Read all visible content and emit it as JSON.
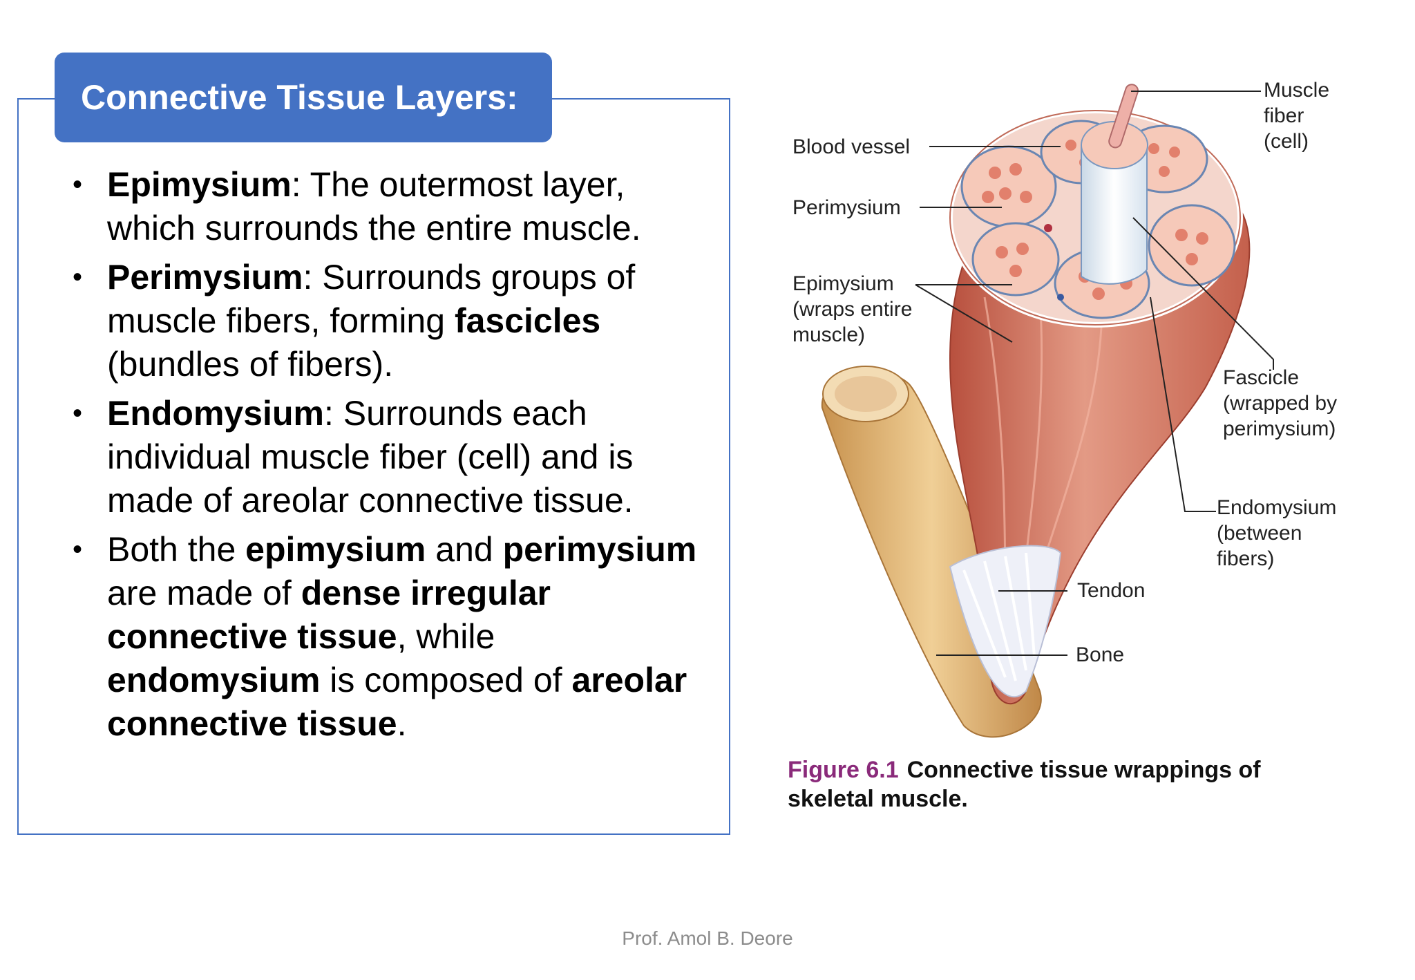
{
  "slide": {
    "title": "Connective Tissue Layers:",
    "bullets": [
      [
        {
          "text": "Epimysium",
          "bold": true
        },
        {
          "text": ": The outermost layer, which surrounds the entire muscle.",
          "bold": false
        }
      ],
      [
        {
          "text": "Perimysium",
          "bold": true
        },
        {
          "text": ": Surrounds groups of muscle fibers, forming ",
          "bold": false
        },
        {
          "text": "fascicles",
          "bold": true
        },
        {
          "text": " (bundles of fibers).",
          "bold": false
        }
      ],
      [
        {
          "text": "Endomysium",
          "bold": true
        },
        {
          "text": ": Surrounds each individual muscle fiber (cell) and is made of areolar connective tissue.",
          "bold": false
        }
      ],
      [
        {
          "text": "Both the ",
          "bold": false
        },
        {
          "text": "epimysium",
          "bold": true
        },
        {
          "text": " and ",
          "bold": false
        },
        {
          "text": "perimysium",
          "bold": true
        },
        {
          "text": " are made of ",
          "bold": false
        },
        {
          "text": "dense irregular connective tissue",
          "bold": true
        },
        {
          "text": ", while ",
          "bold": false
        },
        {
          "text": "endomysium",
          "bold": true
        },
        {
          "text": " is composed of ",
          "bold": false
        },
        {
          "text": "areolar connective tissue",
          "bold": true
        },
        {
          "text": ".",
          "bold": false
        }
      ]
    ],
    "footer": "Prof. Amol B. Deore"
  },
  "figure": {
    "labels": {
      "muscle_fiber": "Muscle\nfiber\n(cell)",
      "blood_vessel": "Blood vessel",
      "perimysium": "Perimysium",
      "epimysium": "Epimysium\n(wraps entire\nmuscle)",
      "fascicle": "Fascicle\n(wrapped by\nperimysium)",
      "endomysium": "Endomysium\n(between\nfibers)",
      "tendon": "Tendon",
      "bone": "Bone"
    },
    "caption_number": "Figure 6.1",
    "caption_text": "Connective tissue wrappings of skeletal muscle."
  },
  "colors": {
    "accent": "#4472c4",
    "muscle": "#d9826e",
    "muscle_dark": "#b8503e",
    "fascicle_fill": "#f6c9b9",
    "bone": "#e2b878",
    "tendon": "#eef0f8",
    "caption_number": "#8a2a7a"
  }
}
